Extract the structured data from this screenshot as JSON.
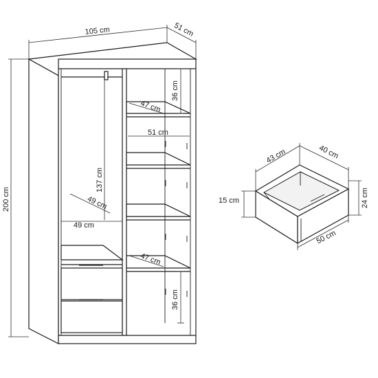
{
  "wardrobe": {
    "width": "105 cm",
    "depth": "51 cm",
    "height": "200 cm",
    "shelf_gap_top": "36 cm",
    "shelf_depth_top": "47 cm",
    "shelf_width": "51 cm",
    "hanging_height": "137 cm",
    "rail_depth": "49 cm",
    "rail_width": "49 cm",
    "shelf_depth_bottom": "47 cm",
    "shelf_gap_bottom": "36 cm"
  },
  "drawer": {
    "width_front": "43 cm",
    "depth": "40 cm",
    "height_front": "15 cm",
    "height_total": "24 cm",
    "length": "50 cm"
  }
}
